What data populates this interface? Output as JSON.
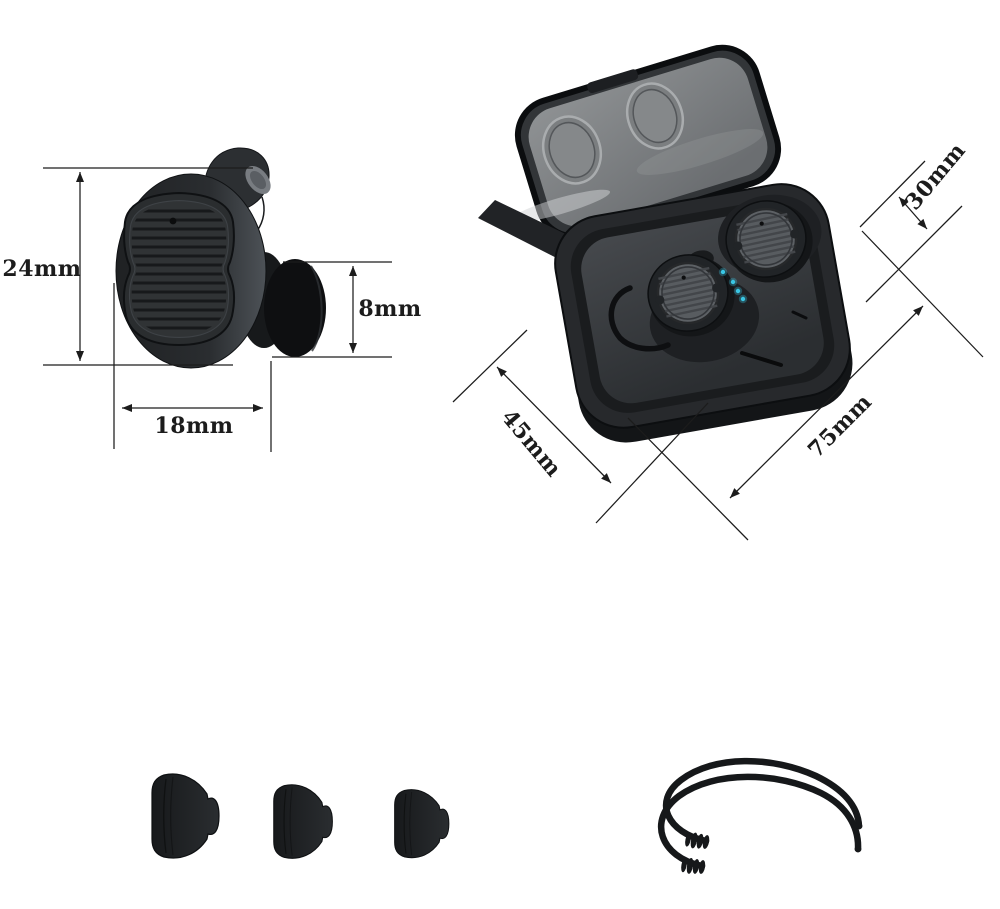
{
  "diagram": {
    "earbud": {
      "height": "24mm",
      "width": "18mm",
      "tip_height": "8mm"
    },
    "case": {
      "thickness": "30mm",
      "depth": "45mm",
      "width": "75mm"
    }
  },
  "parts": {
    "single_earbud": "wireless earbud",
    "charging_case": "open charging case with two earbuds",
    "ear_tip_sizes": [
      "large",
      "medium",
      "small"
    ],
    "ear_hooks_count": 2
  },
  "colors": {
    "background": "#ffffff",
    "dimension_ink": "#1c1c1c",
    "led_indicator": "#3ac6e4",
    "product_black": "#1b1d1f"
  }
}
